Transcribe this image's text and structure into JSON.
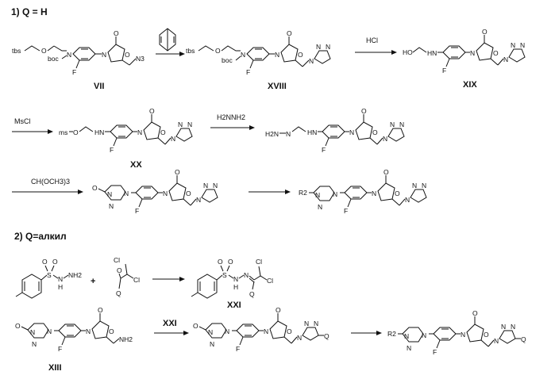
{
  "sections": [
    {
      "title": "1) Q = H"
    },
    {
      "title": "2) Q=алкил"
    }
  ],
  "compounds": {
    "c7": "VII",
    "c18": "XVIII",
    "c19": "XIX",
    "c20": "XX",
    "c21": "XXI",
    "c13": "XIII"
  },
  "reagents": {
    "r_hcl": "HCl",
    "r_mscl": "MsCl",
    "r_hydrazine": "H2NNH2",
    "r_orthoformate": "CH(OCH3)3",
    "r_xxi": "XXI"
  },
  "atoms": {
    "tbs": "tbs",
    "boc": "boc",
    "ms": "ms",
    "ho": "HO",
    "hn": "HN",
    "f": "F",
    "o": "O",
    "n": "N",
    "n3": "N3",
    "nh2": "NH2",
    "h2n": "H2N",
    "r2": "R2",
    "cl": "Cl",
    "q": "Q",
    "s": "S",
    "h": "H",
    "plus": "+"
  }
}
